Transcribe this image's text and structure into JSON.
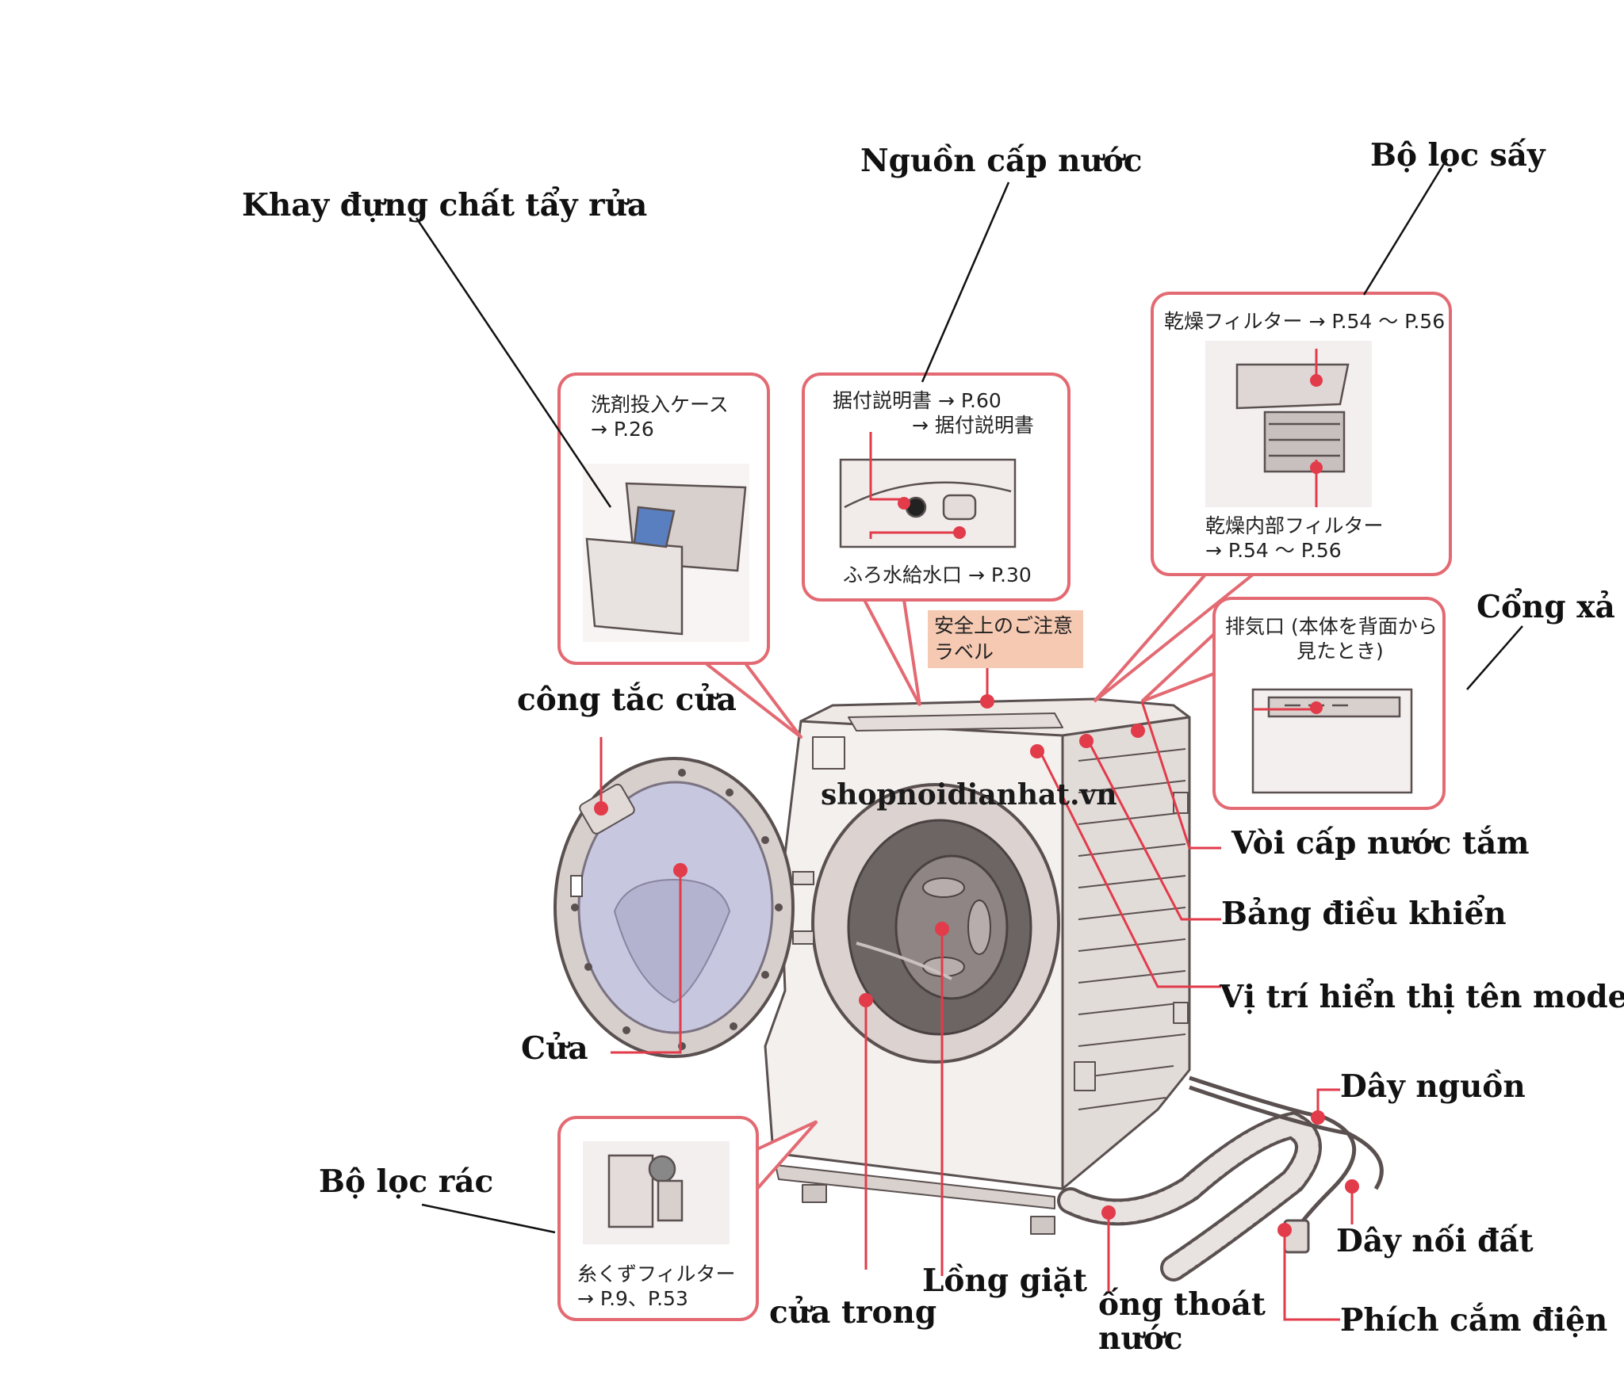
{
  "labels": {
    "detergent_tray": "Khay đựng chất tẩy rửa",
    "water_supply": "Nguồn cấp nước",
    "dryer_filter": "Bộ lọc sấy",
    "exhaust_port": "Cổng xả",
    "door_switch": "công tắc cửa",
    "shower_water_tap": "Vòi cấp nước tắm",
    "control_panel": "Bảng điều khiển",
    "model_name_location": "Vị trí hiển thị tên model",
    "door": "Cửa",
    "power_cord": "Dây nguồn",
    "lint_filter": "Bộ lọc rác",
    "ground_wire": "Dây nối đất",
    "drum": "Lồng giặt",
    "inner_door": "cửa trong",
    "drain_hose_line1": "ống thoát",
    "drain_hose_line2": "nước",
    "power_plug": "Phích cắm điện"
  },
  "callouts": {
    "detergent": {
      "line1": "洗剤投入ケース",
      "line2": "→ P.26"
    },
    "water": {
      "line1": "据付説明書 → P.60",
      "line2": "→ 据付説明書",
      "line3": "ふろ水給水口 → P.30"
    },
    "dryer": {
      "line1": "乾燥フィルター → P.54 ～ P.56",
      "line2": "乾燥内部フィルター",
      "line3": "→ P.54 ～ P.56"
    },
    "exhaust": {
      "line1": "排気口 (本体を背面から",
      "line2": "見たとき)"
    },
    "lint": {
      "line1": "糸くずフィルター",
      "line2": "→ P.9、P.53"
    }
  },
  "safety_label": {
    "line1": "安全上のご注意",
    "line2": "ラベル"
  },
  "watermark": "shopnoidianhat.vn",
  "colors": {
    "callout": "#e36a72",
    "marker": "#e23b4a",
    "tag": "#f6c9b2",
    "outline": "#5a5050"
  }
}
